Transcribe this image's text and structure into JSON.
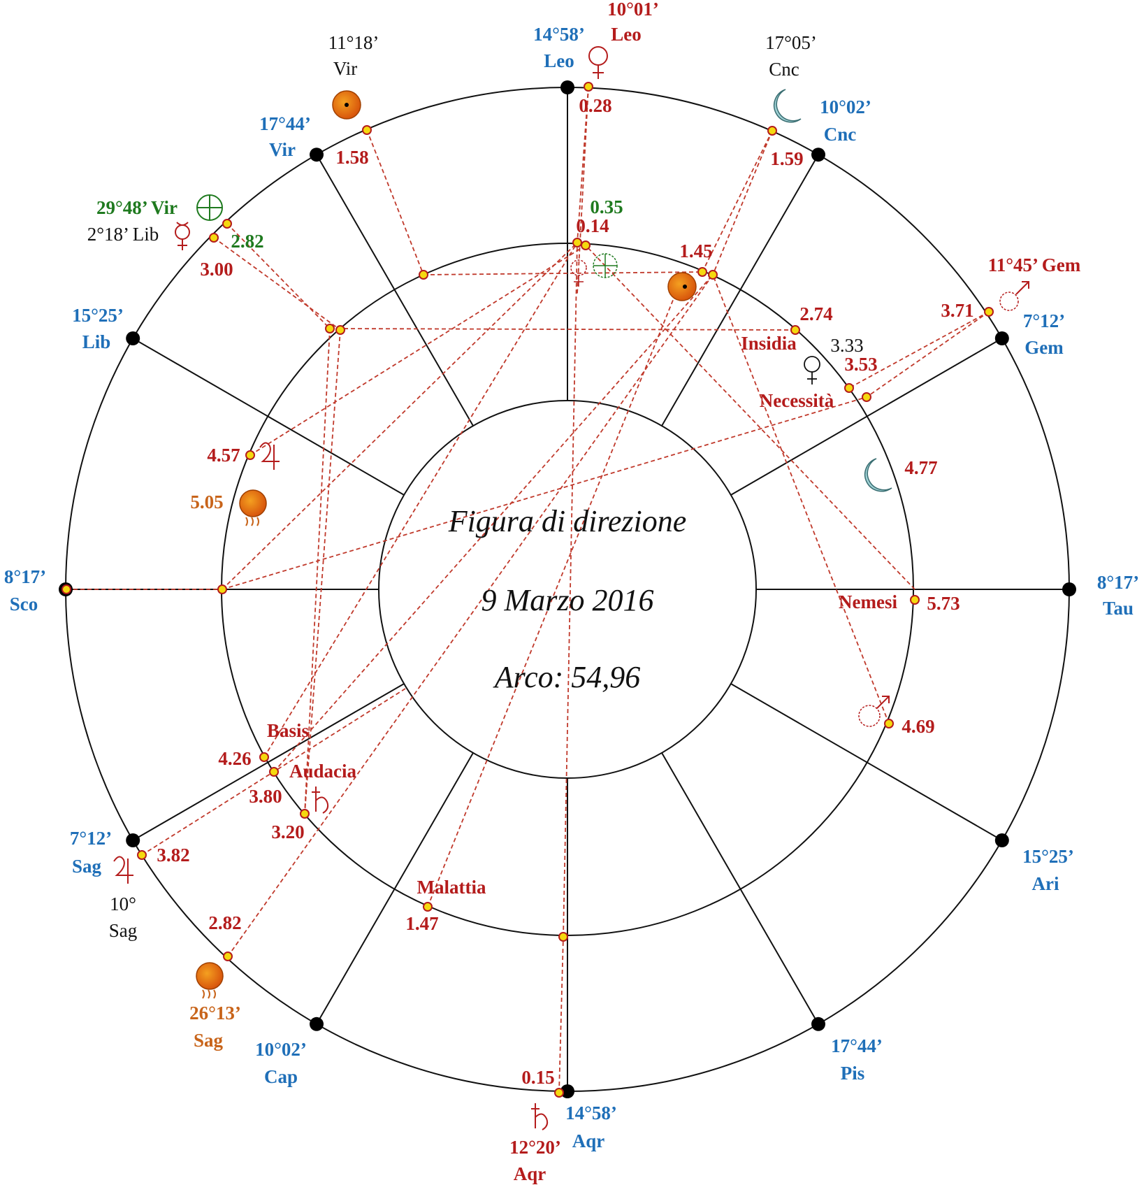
{
  "center": {
    "title": "Figura di direzione",
    "date": "9 Marzo 2016",
    "arc": "Arco: 54,96"
  },
  "cusps": [
    {
      "deg": "14°58’",
      "sign": "Leo"
    },
    {
      "deg": "10°02’",
      "sign": "Cnc"
    },
    {
      "deg": "7°12’",
      "sign": "Gem"
    },
    {
      "deg": "8°17’",
      "sign": "Tau"
    },
    {
      "deg": "15°25’",
      "sign": "Ari"
    },
    {
      "deg": "17°44’",
      "sign": "Pis"
    },
    {
      "deg": "14°58’",
      "sign": "Aqr"
    },
    {
      "deg": "10°02’",
      "sign": "Cap"
    },
    {
      "deg": "7°12’",
      "sign": "Sag"
    },
    {
      "deg": "8°17’",
      "sign": "Sco"
    },
    {
      "deg": "15°25’",
      "sign": "Lib"
    },
    {
      "deg": "17°44’",
      "sign": "Vir"
    }
  ],
  "outer_positions": [
    {
      "name": "sun",
      "deg": "11°18’",
      "sign": "Vir"
    },
    {
      "name": "moon",
      "deg": "17°05’",
      "sign": "Cnc"
    },
    {
      "name": "venus",
      "deg": "10°01’",
      "sign": "Leo"
    },
    {
      "name": "fortune",
      "deg": "29°48’ Vir"
    },
    {
      "name": "mercury",
      "deg": "2°18’ Lib"
    },
    {
      "name": "mars",
      "deg": "11°45’ Gem"
    },
    {
      "name": "jupiter",
      "deg": "10°",
      "sign": "Sag"
    },
    {
      "name": "saturn",
      "deg": "12°20’",
      "sign": "Aqr"
    },
    {
      "name": "node",
      "deg": "26°13’",
      "sign": "Sag"
    }
  ],
  "values": {
    "v028": "0.28",
    "v158": "1.58",
    "v159": "1.59",
    "v035": "0.35",
    "v014": "0.14",
    "v145": "1.45",
    "v282g": "2.82",
    "v300": "3.00",
    "v274": "2.74",
    "v333": "3.33",
    "v371": "3.71",
    "v353": "3.53",
    "v457": "4.57",
    "v505": "5.05",
    "v477": "4.77",
    "v573": "5.73",
    "v469": "4.69",
    "v426": "4.26",
    "v380": "3.80",
    "v320": "3.20",
    "v382": "3.82",
    "v147": "1.47",
    "v282": "2.82",
    "v015": "0.15"
  },
  "lots": {
    "insidia": "Insidia",
    "necessita": "Necessità",
    "nemesi": "Nemesi",
    "basis": "Basis",
    "audacia": "Audacia",
    "malattia": "Malattia"
  },
  "colors": {
    "red": "#b41c1c",
    "blue": "#1f6fb8",
    "green": "#1f7a1f",
    "orange": "#c8641a",
    "dash": "#c0392b",
    "point": "#f5d90f"
  }
}
